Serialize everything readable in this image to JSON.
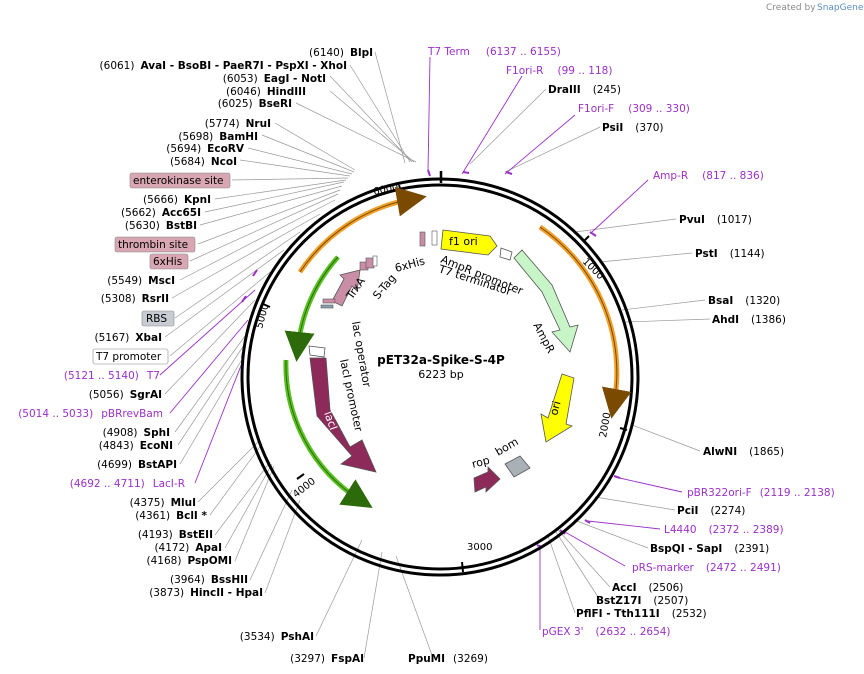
{
  "brand": {
    "created_by": "Created by",
    "name": "SnapGene"
  },
  "map": {
    "name": "pET32a-Spike-S-4P",
    "length_label": "6223 bp",
    "total_bp": 6223
  },
  "ticks": [
    {
      "bp": 1000,
      "label": "1000"
    },
    {
      "bp": 2000,
      "label": "2000"
    },
    {
      "bp": 3000,
      "label": "3000"
    },
    {
      "bp": 4000,
      "label": "4000"
    },
    {
      "bp": 5000,
      "label": "5000"
    },
    {
      "bp": 6000,
      "label": "6000"
    }
  ],
  "sites": [
    {
      "name": "BlpI",
      "pos": "(6140)"
    },
    {
      "name": "AvaI  - BsoBI  - PaeR7I  - PspXI  - XhoI",
      "pos": "(6061)"
    },
    {
      "name": "EagI  - NotI",
      "pos": "(6053)"
    },
    {
      "name": "HindIII",
      "pos": "(6046)"
    },
    {
      "name": "BseRI",
      "pos": "(6025)"
    },
    {
      "name": "NruI",
      "pos": "(5774)"
    },
    {
      "name": "BamHI",
      "pos": "(5698)"
    },
    {
      "name": "EcoRV",
      "pos": "(5694)"
    },
    {
      "name": "NcoI",
      "pos": "(5684)"
    },
    {
      "name": "KpnI",
      "pos": "(5666)"
    },
    {
      "name": "Acc65I",
      "pos": "(5662)"
    },
    {
      "name": "BstBI",
      "pos": "(5630)"
    },
    {
      "name": "MscI",
      "pos": "(5549)"
    },
    {
      "name": "RsrII",
      "pos": "(5308)"
    },
    {
      "name": "XbaI",
      "pos": "(5167)"
    },
    {
      "name": "SgrAI",
      "pos": "(5056)"
    },
    {
      "name": "SphI",
      "pos": "(4908)"
    },
    {
      "name": "EcoNI",
      "pos": "(4843)"
    },
    {
      "name": "BstAPI",
      "pos": "(4699)"
    },
    {
      "name": "MluI",
      "pos": "(4375)"
    },
    {
      "name": "BclI *",
      "pos": "(4361)"
    },
    {
      "name": "BstEII",
      "pos": "(4193)"
    },
    {
      "name": "ApaI",
      "pos": "(4172)"
    },
    {
      "name": "PspOMI",
      "pos": "(4168)"
    },
    {
      "name": "BssHII",
      "pos": "(3964)"
    },
    {
      "name": "HincII  - HpaI",
      "pos": "(3873)"
    },
    {
      "name": "PshAI",
      "pos": "(3534)"
    },
    {
      "name": "FspAI",
      "pos": "(3297)"
    },
    {
      "name": "PpuMI",
      "pos": "(3269)"
    },
    {
      "name": "DraIII",
      "pos": "(245)"
    },
    {
      "name": "PsiI",
      "pos": "(370)"
    },
    {
      "name": "PvuI",
      "pos": "(1017)"
    },
    {
      "name": "PstI",
      "pos": "(1144)"
    },
    {
      "name": "BsaI",
      "pos": "(1320)"
    },
    {
      "name": "AhdI",
      "pos": "(1386)"
    },
    {
      "name": "AlwNI",
      "pos": "(1865)"
    },
    {
      "name": "PciI",
      "pos": "(2274)"
    },
    {
      "name": "BspQI  - SapI",
      "pos": "(2391)"
    },
    {
      "name": "AccI",
      "pos": "(2506)"
    },
    {
      "name": "BstZ17I",
      "pos": "(2507)"
    },
    {
      "name": "PflFI  - Tth111I",
      "pos": "(2532)"
    }
  ],
  "primers": [
    {
      "name": "T7 Term",
      "range": "(6137 .. 6155)"
    },
    {
      "name": "F1ori-R",
      "range": "(99 .. 118)"
    },
    {
      "name": "F1ori-F",
      "range": "(309 .. 330)"
    },
    {
      "name": "Amp-R",
      "range": "(817 .. 836)"
    },
    {
      "name": "T7",
      "range": "(5121 .. 5140)"
    },
    {
      "name": "pBRrevBam",
      "range": "(5014 .. 5033)"
    },
    {
      "name": "LacI-R",
      "range": "(4692 .. 4711)"
    },
    {
      "name": "pBR322ori-F",
      "range": "(2119 .. 2138)"
    },
    {
      "name": "L4440",
      "range": "(2372 .. 2389)"
    },
    {
      "name": "pRS-marker",
      "range": "(2472 .. 2491)"
    },
    {
      "name": "pGEX 3'",
      "range": "(2632 .. 2654)"
    }
  ],
  "boxed": [
    {
      "name": "enterokinase site",
      "color": "#d9a7b4"
    },
    {
      "name": "thrombin site",
      "color": "#d9a7b4"
    },
    {
      "name": "6xHis",
      "color": "#d9a7b4"
    },
    {
      "name": "RBS",
      "color": "#c8ccd2"
    },
    {
      "name": "T7 promoter",
      "color": "#ffffff"
    }
  ],
  "features": [
    {
      "name": "f1 ori",
      "color": "#ffff00"
    },
    {
      "name": "AmpR promoter",
      "color": "#ffffff"
    },
    {
      "name": "AmpR",
      "color": "#c8f5c8"
    },
    {
      "name": "ori",
      "color": "#ffff00"
    },
    {
      "name": "bom",
      "color": "#a9b0b6"
    },
    {
      "name": "rop",
      "color": "#8e2a5a"
    },
    {
      "name": "lacI",
      "color": "#8e2a5a"
    },
    {
      "name": "lacI promoter",
      "color": "#ffffff"
    },
    {
      "name": "lac operator",
      "color": "#ffffff"
    },
    {
      "name": "TrxA",
      "color": "#c98ea6"
    },
    {
      "name": "S-Tag",
      "color": "#c98ea6"
    },
    {
      "name": "6xHis",
      "color": "#c98ea6"
    },
    {
      "name": "T7 terminator",
      "color": "#ffffff"
    }
  ],
  "colors": {
    "primer": "#9b30c8",
    "orange_arc": "#f0a02a",
    "green_arc": "#58c020"
  }
}
